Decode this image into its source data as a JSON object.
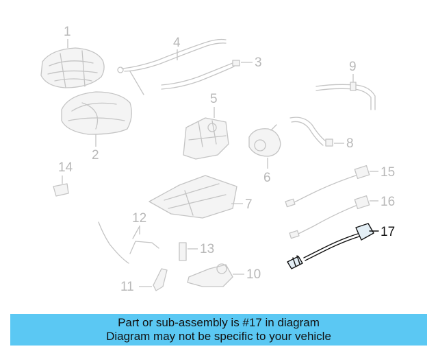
{
  "diagram": {
    "callouts": [
      "1",
      "2",
      "3",
      "4",
      "5",
      "6",
      "7",
      "8",
      "9",
      "10",
      "11",
      "12",
      "13",
      "14",
      "15",
      "16",
      "17"
    ],
    "highlighted_callout": "17"
  },
  "banner": {
    "line1": "Part or sub-assembly is #17 in diagram",
    "line2": "Diagram may not be specific to your vehicle",
    "background": "#5bc8f3"
  }
}
